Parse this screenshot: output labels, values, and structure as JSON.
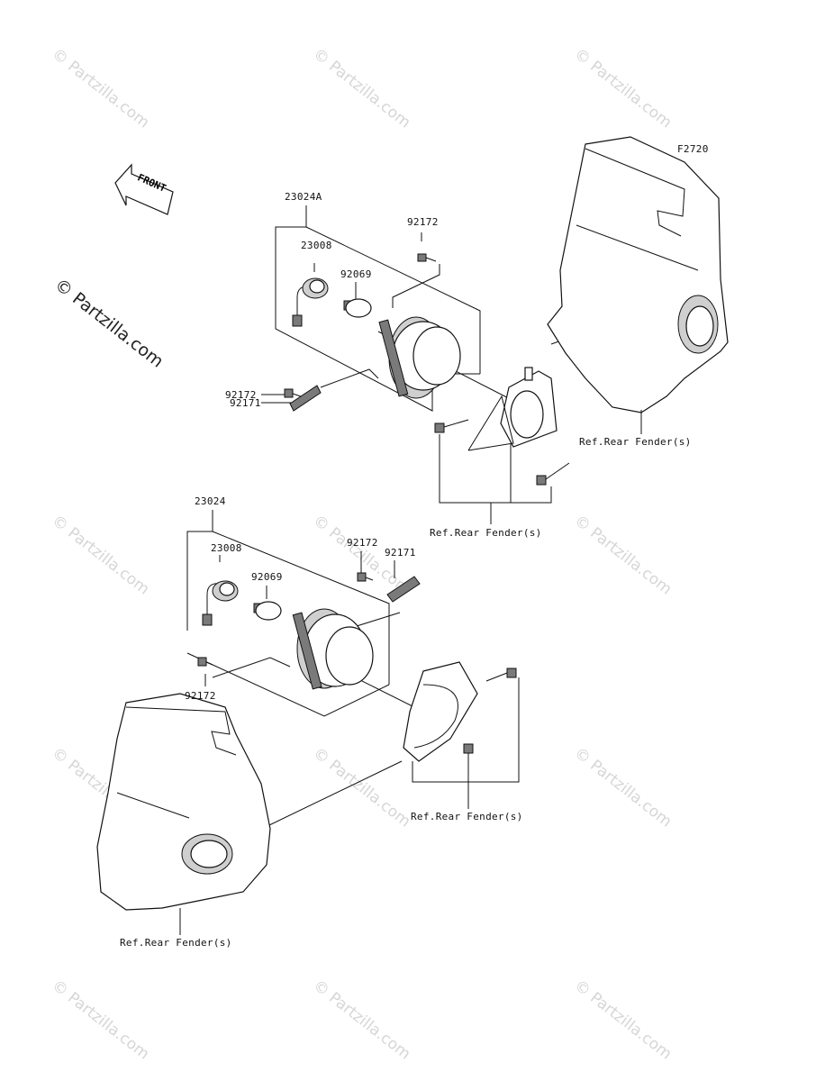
{
  "diagram": {
    "code": "F2720",
    "front_arrow": "FRONT",
    "watermark": "© Partzilla.com",
    "labels": {
      "upper_assembly": "23024A",
      "upper_socket": "23008",
      "upper_bulb": "92069",
      "upper_screw_top": "92172",
      "upper_screw_left": "92172",
      "upper_plate": "92171",
      "upper_ref_fender_right": "Ref.Rear Fender(s)",
      "upper_ref_fender_bottom": "Ref.Rear Fender(s)",
      "lower_assembly": "23024",
      "lower_socket": "23008",
      "lower_bulb": "92069",
      "lower_screw_top": "92172",
      "lower_plate": "92171",
      "lower_screw_bottom": "92172",
      "lower_ref_fender_mid": "Ref.Rear Fender(s)",
      "lower_ref_fender_bottom": "Ref.Rear Fender(s)"
    }
  }
}
